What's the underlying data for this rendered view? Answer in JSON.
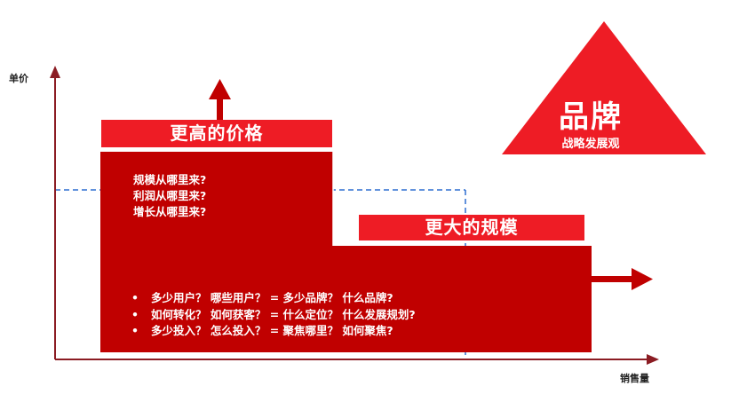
{
  "axes": {
    "y_label": "单价",
    "x_label": "销售量"
  },
  "price_block": {
    "banner": "更高的价格",
    "questions": [
      "规模从哪里来?",
      "利润从哪里来?",
      "增长从哪里来?"
    ]
  },
  "scale_block": {
    "banner": "更大的规模"
  },
  "bullets": [
    "多少用户？ 哪些用户？ = 多少品牌？ 什么品牌?",
    "如何转化？ 如何获客？ = 什么定位？ 什么发展规划?",
    "多少投入？ 怎么投入？ = 聚焦哪里？ 如何聚焦?"
  ],
  "brand": {
    "title": "品牌",
    "subtitle": "战略发展观"
  },
  "colors": {
    "dark_red": "#c00000",
    "bright_red": "#ee1c25",
    "axis": "#8b1c23",
    "dashed_line": "#2e6fd1"
  }
}
